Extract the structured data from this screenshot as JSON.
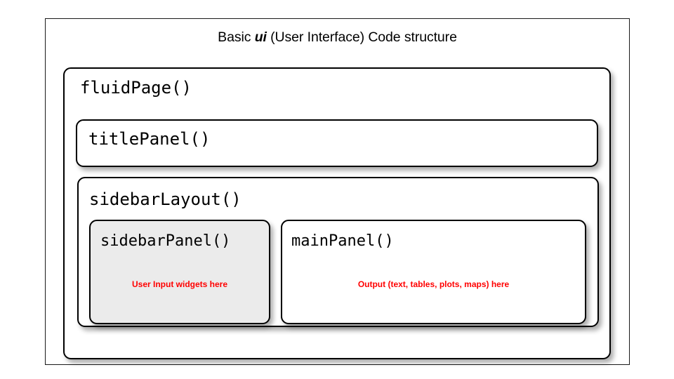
{
  "diagram": {
    "title_prefix": "Basic ",
    "title_emphasis": "ui",
    "title_suffix": " (User Interface) Code structure",
    "title_full": "Basic ui (User Interface) Code structure",
    "type": "nested-box-hierarchy",
    "colors": {
      "background": "#ffffff",
      "box_border": "#000000",
      "box_fill": "#ffffff",
      "sidebar_panel_fill": "#ebebeb",
      "annotation_text": "#FF0000",
      "title_text": "#000000",
      "outer_frame": "#1a1a1a"
    },
    "boxes": {
      "fluid_page": {
        "label": "fluidPage()",
        "fill": "#ffffff"
      },
      "title_panel": {
        "label": "titlePanel()",
        "fill": "#ffffff"
      },
      "sidebar_layout": {
        "label": "sidebarLayout()",
        "fill": "#ffffff"
      },
      "sidebar_panel": {
        "label": "sidebarPanel()",
        "fill": "#ebebeb",
        "note": "User Input widgets here"
      },
      "main_panel": {
        "label": "mainPanel()",
        "fill": "#ffffff",
        "note": "Output (text, tables, plots, maps) here"
      }
    }
  }
}
